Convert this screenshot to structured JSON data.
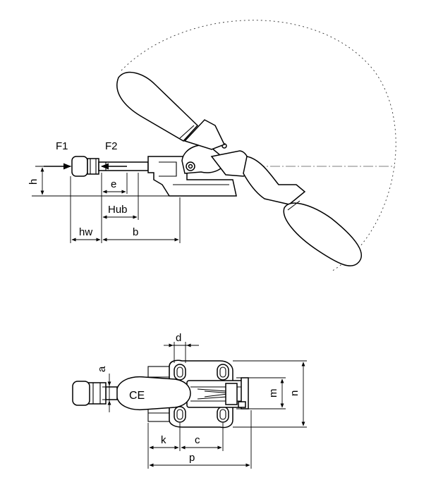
{
  "labels": {
    "f1": "F1",
    "f2": "F2",
    "h": "h",
    "e": "e",
    "hub": "Hub",
    "hw": "hw",
    "b": "b",
    "d": "d",
    "a": "a",
    "m": "m",
    "n": "n",
    "k": "k",
    "c": "c",
    "p": "p",
    "ce_mark": "CE"
  }
}
